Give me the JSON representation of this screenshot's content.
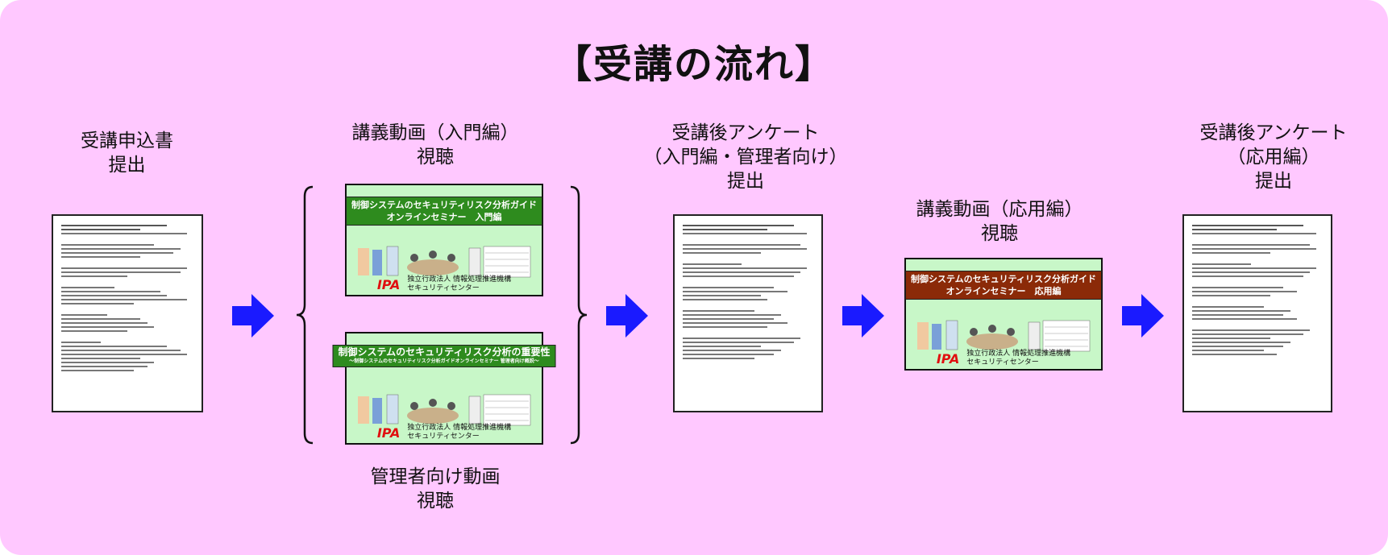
{
  "title": "【受講の流れ】",
  "steps": {
    "s1": {
      "line1": "受講申込書",
      "line2": "提出"
    },
    "s2_top": {
      "line1": "講義動画（入門編）",
      "line2": "視聴"
    },
    "s2_bottom": {
      "line1": "管理者向け動画",
      "line2": "視聴"
    },
    "s3": {
      "line1": "受講後アンケート",
      "line2": "（入門編・管理者向け）",
      "line3": "提出"
    },
    "s4": {
      "line1": "講義動画（応用編）",
      "line2": "視聴"
    },
    "s5": {
      "line1": "受講後アンケート",
      "line2": "（応用編）",
      "line3": "提出"
    }
  },
  "slides": {
    "intro": {
      "banner1": "制御システムのセキュリティリスク分析ガイド",
      "banner2": "オンラインセミナー　入門編"
    },
    "manager": {
      "banner1": "制御システムのセキュリティリスク分析の重要性",
      "banner2": "～制御システムのセキュリティリスク分析ガイドオンラインセミナー 管理者向け概説～"
    },
    "applied": {
      "banner1": "制御システムのセキュリティリスク分析ガイド",
      "banner2": "オンラインセミナー　応用編"
    },
    "footer": {
      "logo": "IPA",
      "org1": "独立行政法人 情報処理推進機構",
      "org2": "セキュリティセンター"
    }
  },
  "colors": {
    "background": "#ffc8ff",
    "arrow": "#1a1aff",
    "slide_bg": "#c8f7c8",
    "banner_green": "#2e8b1e",
    "banner_brown": "#8b2a08",
    "logo": "#e01010"
  }
}
